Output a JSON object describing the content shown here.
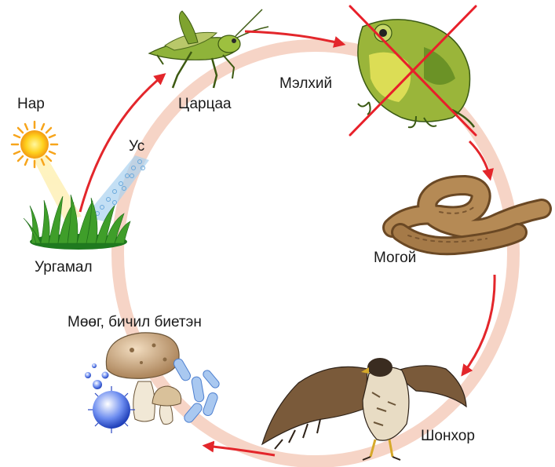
{
  "diagram": {
    "type": "food-chain-cycle",
    "organisms": {
      "sun": "Нар",
      "water": "Ус",
      "plant": "Ургамал",
      "grasshopper": "Царцаа",
      "frog": "Мэлхий",
      "snake": "Могой",
      "hawk": "Шонхор",
      "decomposers": "Мөөг, бичил биетэн"
    },
    "cycle_order": [
      "plant",
      "grasshopper",
      "frog",
      "snake",
      "hawk",
      "decomposers"
    ],
    "crossed_out": "frog",
    "colors": {
      "arrow": "#e3262b",
      "ring": "#f6d4c6",
      "cross": "#e8202a",
      "text": "#1a1a1a"
    }
  }
}
